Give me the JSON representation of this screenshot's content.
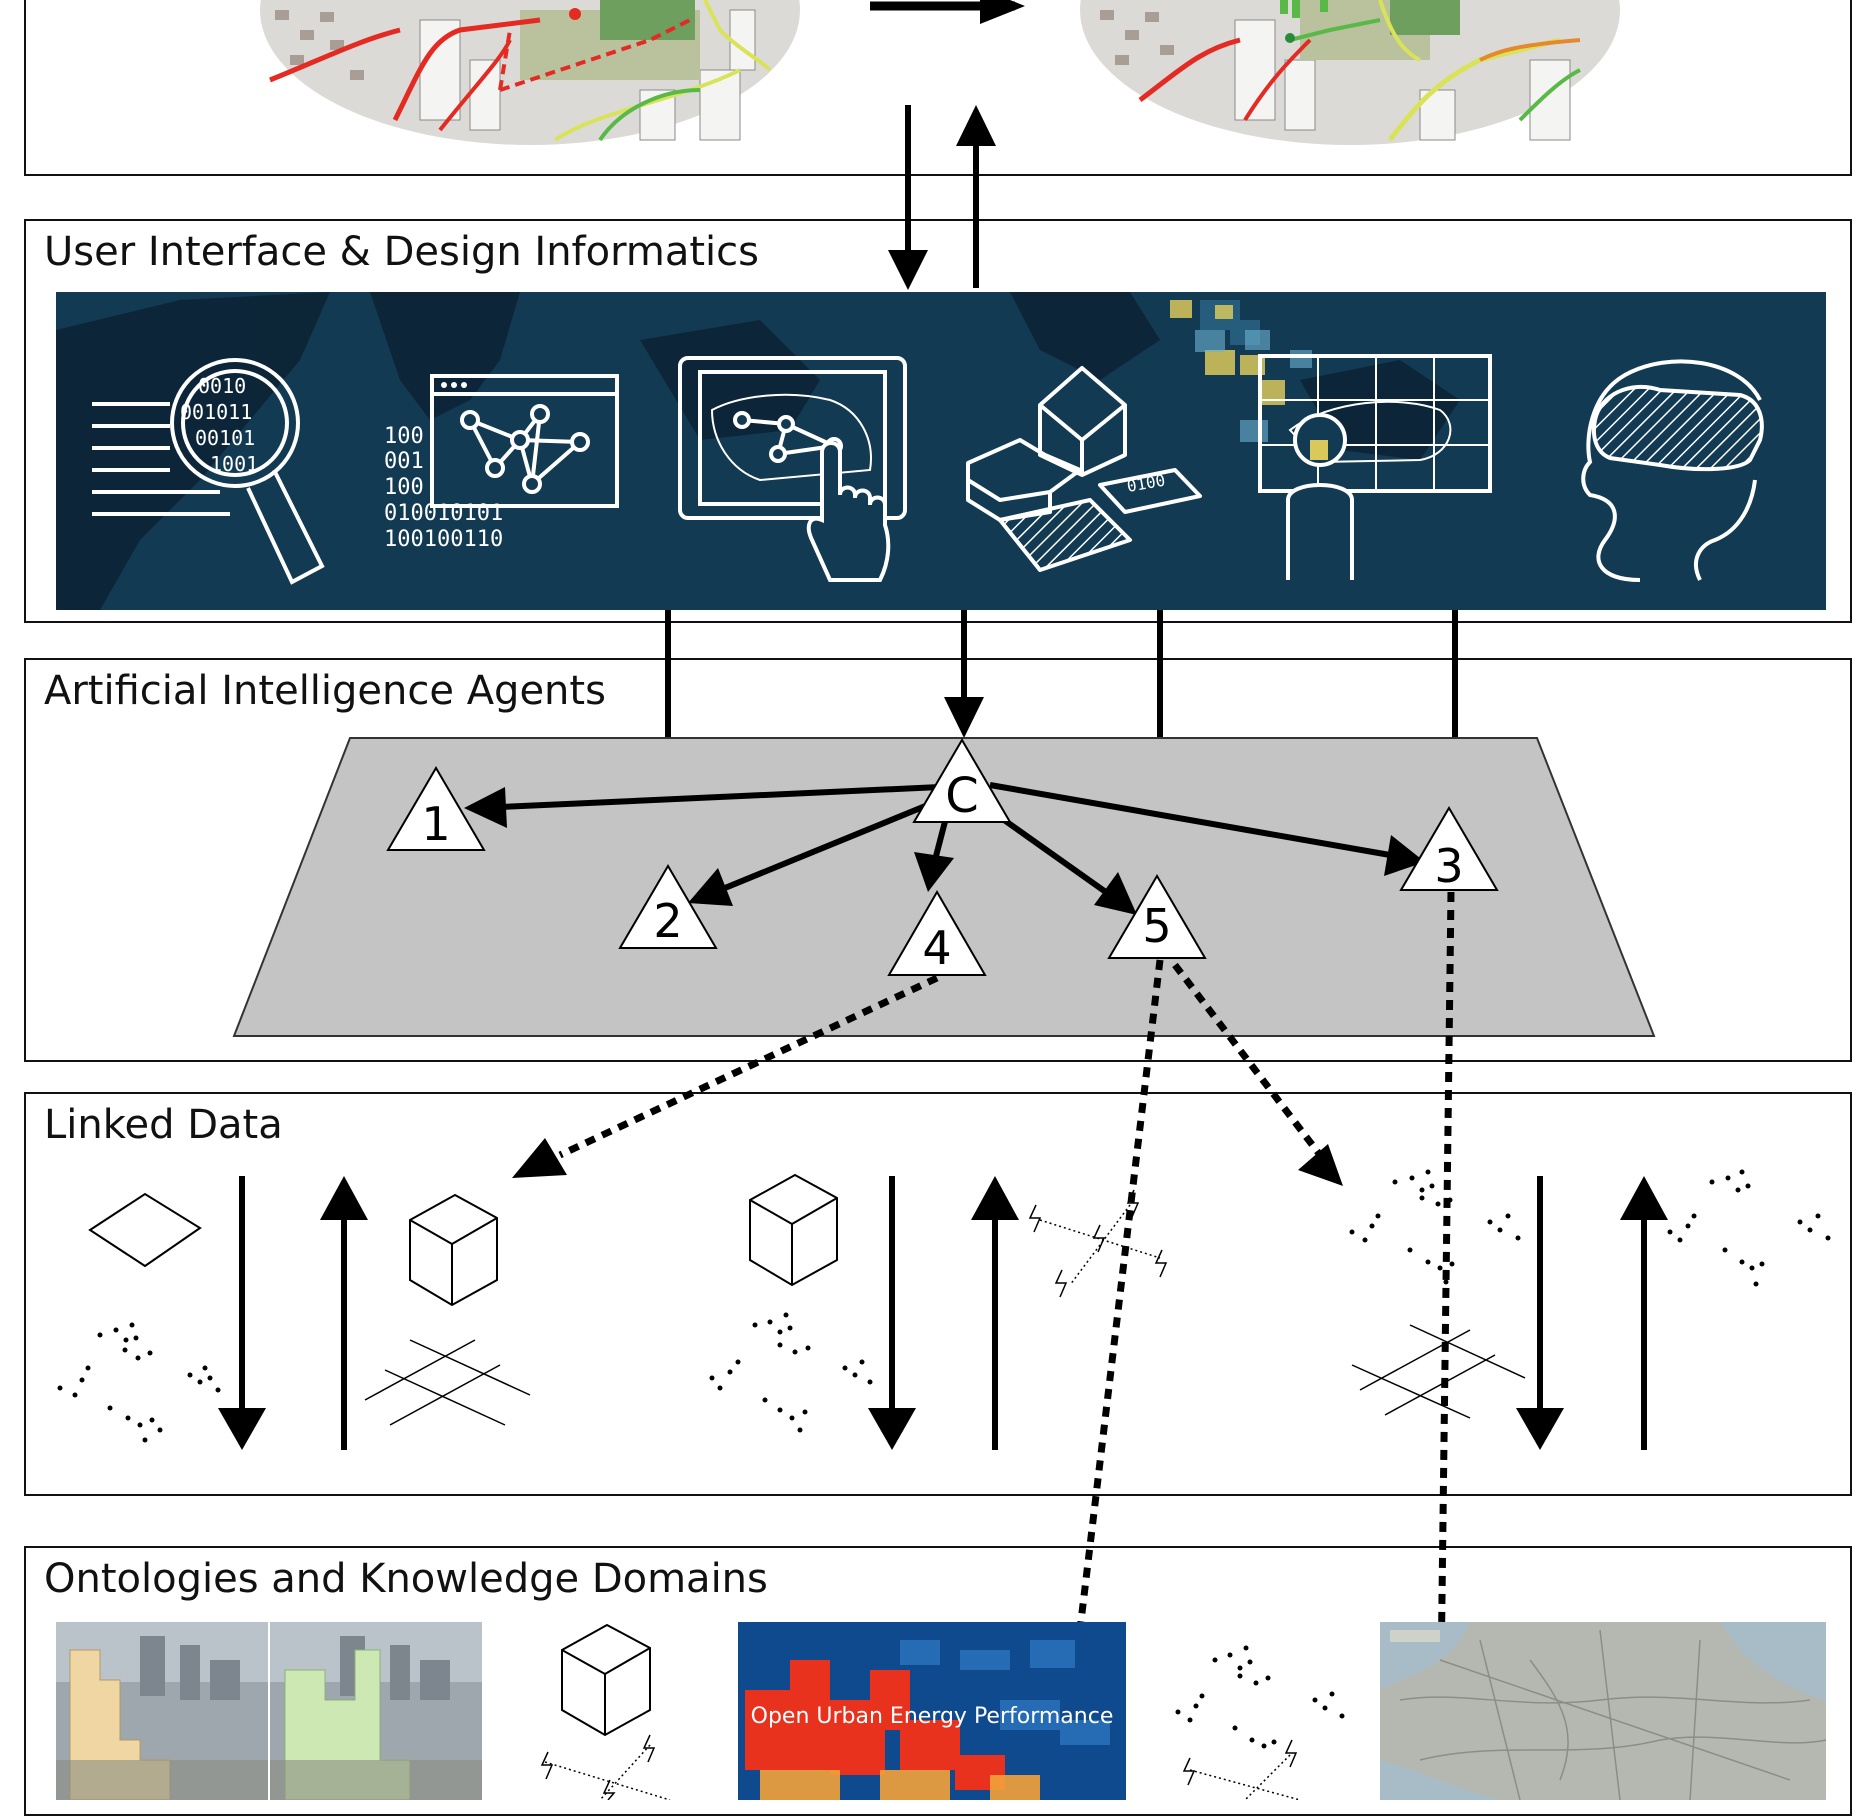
{
  "panels": {
    "ui": {
      "title": "User Interface & Design Informatics"
    },
    "agents": {
      "title": "Artificial Intelligence Agents"
    },
    "linked": {
      "title": "Linked Data"
    },
    "ontologies": {
      "title": "Ontologies and Knowledge Domains"
    }
  },
  "ui_icons": [
    "search-data-icon",
    "network-graph-icon",
    "touch-map-icon",
    "building-model-icon",
    "user-map-icon",
    "vr-headset-icon"
  ],
  "binary": {
    "magnifier": [
      "0010",
      "001011",
      "00101",
      "1001"
    ],
    "stack": [
      "100",
      "001",
      "100",
      "010010101",
      "100100110"
    ],
    "tiles": [
      "0100"
    ]
  },
  "agents": {
    "coordinator": "C",
    "nodes": [
      "1",
      "2",
      "3",
      "4",
      "5"
    ]
  },
  "ontology_poster": {
    "title": "Open Urban Energy Performance"
  },
  "colors": {
    "ui_background": "#123a52",
    "agent_plane": "#c4c4c4",
    "road_red": "#e32b24",
    "road_yellow": "#d9e35a",
    "road_green": "#58b947",
    "energy_red": "#e8321e",
    "map_bg": "#b5b8b0"
  }
}
